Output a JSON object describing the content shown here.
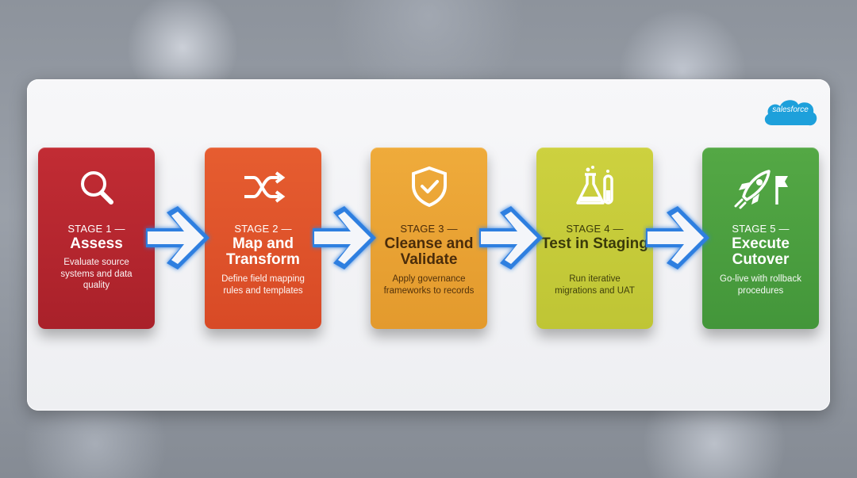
{
  "logo": {
    "text": "salesforce",
    "color": "#1ea0db"
  },
  "stages": [
    {
      "label": "STAGE 1 —",
      "title": "Assess",
      "description": "Evaluate source systems and data quality",
      "icon": "magnifier-icon",
      "color": "#b7262e"
    },
    {
      "label": "STAGE 2 —",
      "title": "Map and Transform",
      "description": "Define field mapping rules and templates",
      "icon": "shuffle-icon",
      "color": "#e0532b"
    },
    {
      "label": "STAGE 3 —",
      "title": "Cleanse and Validate",
      "description": "Apply governance frameworks to records",
      "icon": "shield-check-icon",
      "color": "#e9a233"
    },
    {
      "label": "STAGE 4 —",
      "title": "Test in Staging",
      "description": "Run iterative migrations and UAT",
      "icon": "lab-flask-icon",
      "color": "#c4c93a"
    },
    {
      "label": "STAGE 5 —",
      "title": "Execute Cutover",
      "description": "Go-live with rollback procedures",
      "icon": "rocket-flag-icon",
      "color": "#4b9f3e"
    }
  ],
  "arrow_color": "#2f7fe0"
}
